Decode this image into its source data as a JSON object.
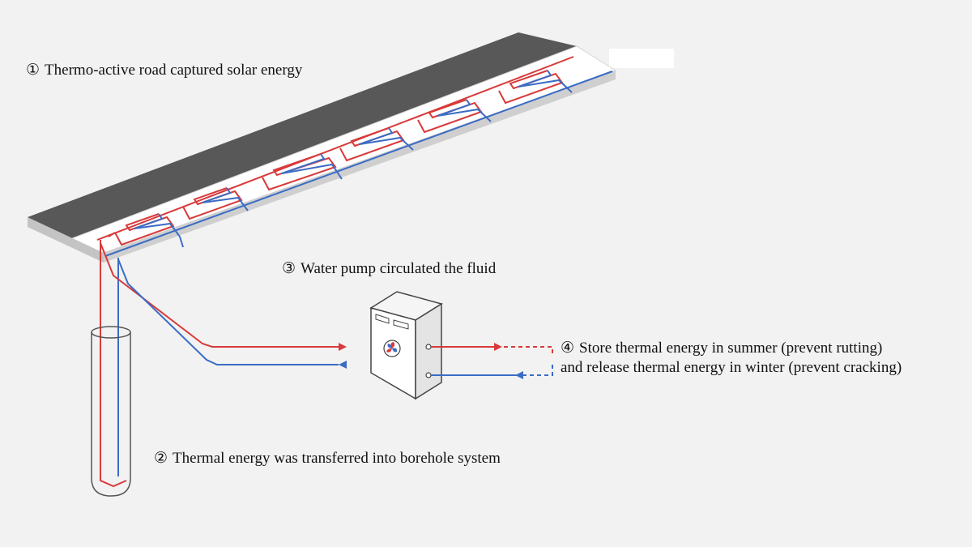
{
  "labels": {
    "step1": {
      "number": "①",
      "text": "Thermo-active road captured solar energy"
    },
    "step2": {
      "number": "②",
      "text": "Thermal energy was transferred into borehole system"
    },
    "step3": {
      "number": "③",
      "text": "Water pump circulated the fluid"
    },
    "step4": {
      "number": "④",
      "line1": "Store thermal energy in summer (prevent rutting)",
      "line2": "and release thermal energy in winter (prevent cracking)"
    }
  },
  "colors": {
    "hot_pipe": "#d83a3a",
    "cold_pipe": "#3b6cc4",
    "road_surface": "#5a5a5a",
    "road_edge": "#c9c9c9"
  },
  "icons": {
    "pump": "water-pump-icon",
    "fan": "fan-icon"
  }
}
